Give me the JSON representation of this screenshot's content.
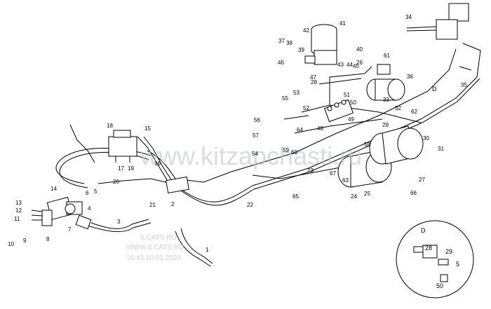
{
  "callouts": {
    "c1": "1",
    "c2": "2",
    "c3": "3",
    "c4": "4",
    "c5": "5",
    "c6": "6",
    "c7": "7",
    "c8": "8",
    "c9": "9",
    "c10": "10",
    "c11": "11",
    "c12": "12",
    "c13": "13",
    "c14": "14",
    "c15": "15",
    "c16": "16",
    "c17": "17",
    "c18": "18",
    "c19": "19",
    "c20": "20",
    "c21": "21",
    "c22": "22",
    "c23": "23",
    "c24": "24",
    "c25": "25",
    "c26": "26",
    "c27": "27",
    "c28": "28",
    "c29": "29",
    "c30": "30",
    "c31": "31",
    "c32": "32",
    "c33": "33",
    "c34": "34",
    "c35": "35",
    "c36": "36",
    "c37": "37",
    "c38": "38",
    "c39": "39",
    "c40": "40",
    "c41": "41",
    "c42": "42",
    "c43": "43",
    "c44": "44",
    "c45": "45",
    "c46": "46",
    "c47": "47",
    "c48": "48",
    "c49": "49",
    "c50": "50",
    "c51": "51",
    "c52": "52",
    "c53": "53",
    "c54": "54",
    "c55": "55",
    "c56": "56",
    "c57": "57",
    "c58": "58",
    "c59": "59",
    "c60": "60",
    "c61": "61",
    "c62": "62",
    "c63": "63",
    "c64": "64",
    "c65": "65",
    "c66": "66",
    "c67": "67"
  },
  "detail": {
    "letter": "D",
    "pointer": "D",
    "p28": "28",
    "p29": "29",
    "p5": "5",
    "p50": "50"
  },
  "watermarks": {
    "site": "www.kitzapchasti.ru",
    "source": "ILCATS.RU",
    "url": "WWW.ILCATS.RU",
    "stamp": "16:43 10.01.2020"
  },
  "colors": {
    "line": "#000000",
    "watermark": "#bfc6cf"
  }
}
